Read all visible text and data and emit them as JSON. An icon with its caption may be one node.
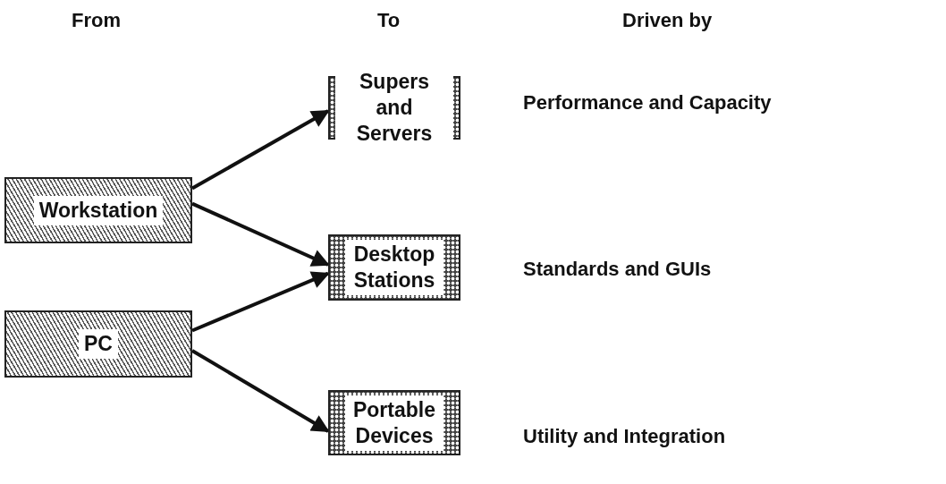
{
  "diagram": {
    "nodes": [
      {
        "text": [
          "Workstation"
        ]
      },
      {
        "text": [
          "PC"
        ]
      },
      {
        "text": [
          "Supers and Servers"
        ]
      },
      {
        "text": [
          "Desktop Stations"
        ]
      },
      {
        "text": [
          "Portable Devices"
        ]
      }
    ],
    "edges": [
      {
        "from": 0,
        "to": 2,
        "arrow": "to"
      },
      {
        "from": 0,
        "to": 3,
        "arrow": "to"
      },
      {
        "from": 1,
        "to": 3,
        "arrow": "to"
      },
      {
        "from": 1,
        "to": 4,
        "arrow": "to"
      }
    ],
    "labels": [
      "From",
      "To",
      "Driven by",
      "Performance and Capacity",
      "Standards and GUIs",
      "Utility and Integration"
    ]
  }
}
